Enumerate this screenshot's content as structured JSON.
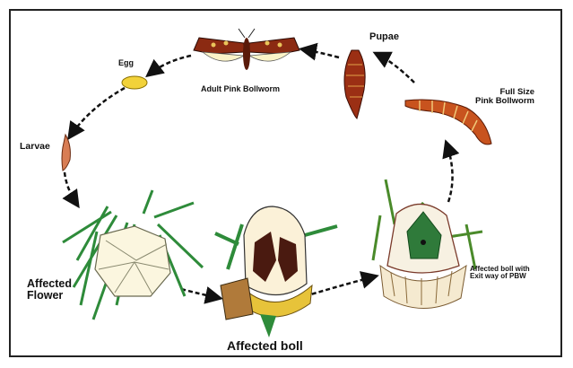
{
  "labels": {
    "egg": "Egg",
    "adult": "Adult Pink Bollworm",
    "pupae": "Pupae",
    "full_size_line1": "Full Size",
    "full_size_line2": "Pink Bollworm",
    "larvae": "Larvae",
    "flower_line1": "Affected",
    "flower_line2": "Flower",
    "boll": "Affected boll",
    "exit_line1": "Affected boll with",
    "exit_line2": "Exit way of PBW"
  },
  "colors": {
    "frame": "#222222",
    "moth_wing": "#8b2a12",
    "moth_spot": "#e9c45a",
    "egg": "#f2d23a",
    "pupa": "#9b2f14",
    "larva": "#c8531e",
    "leaf": "#2e8b3a",
    "petal": "#fbf6df",
    "boll_dark": "#4a1a10",
    "boll_yellow": "#e7c33a"
  },
  "icons": [
    "adult-moth-icon",
    "egg-icon",
    "pupa-icon",
    "larva-icon",
    "full-size-larva-icon",
    "affected-flower-icon",
    "affected-boll-icon",
    "exit-boll-icon",
    "cycle-arrow-icon"
  ]
}
